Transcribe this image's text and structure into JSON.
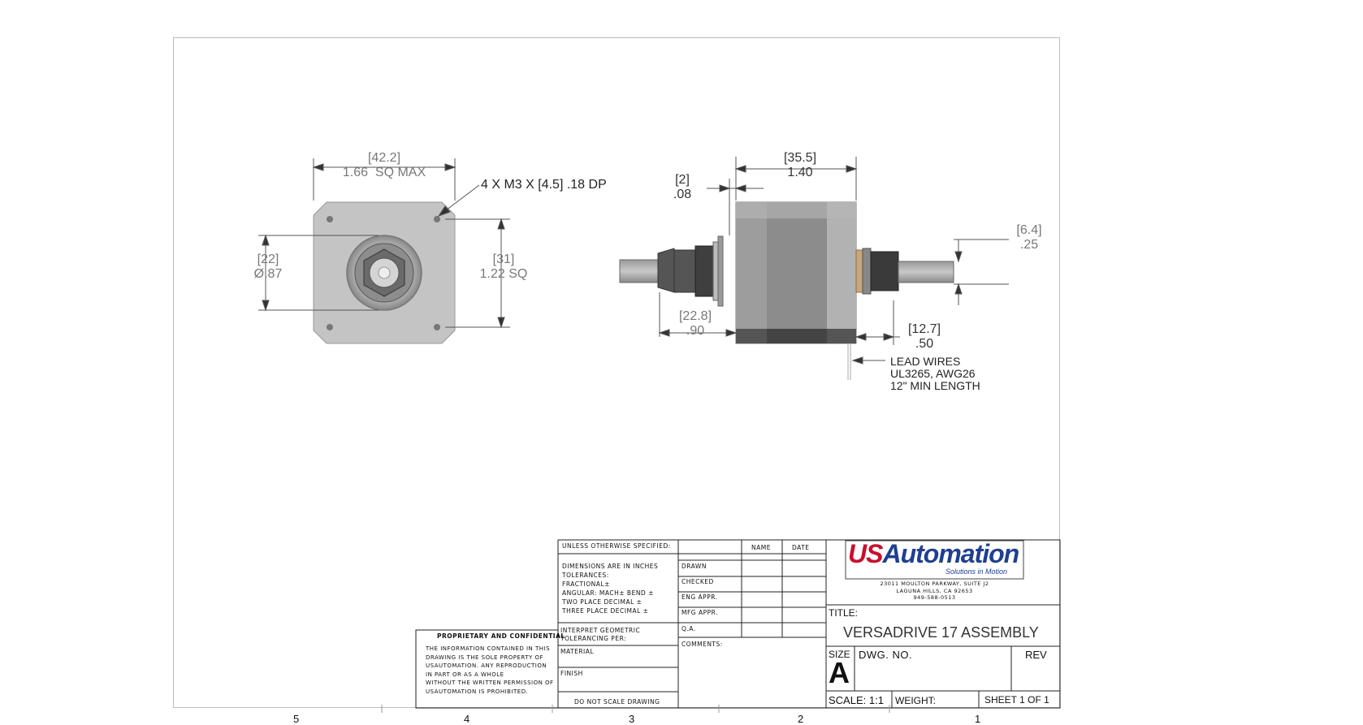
{
  "front_view": {
    "width_mm": "42.2",
    "width_in": "1.66",
    "width_note": "SQ MAX",
    "holes_note": "4 X M3 X [4.5] .18 DP",
    "pilot_mm": "22",
    "pilot_in": "Ø.87",
    "hole_spacing_mm": "31",
    "hole_spacing_in": "1.22 SQ"
  },
  "side_view": {
    "length_mm": "35.5",
    "length_in": "1.40",
    "flange_mm": "2",
    "flange_in": ".08",
    "shaft_dia_mm": "6.4",
    "shaft_dia_in": ".25",
    "front_ext_mm": "22.8",
    "front_ext_in": ".90",
    "rear_ext_mm": "12.7",
    "rear_ext_in": ".50",
    "lead_wires": [
      "LEAD WIRES",
      "UL3265, AWG26",
      "12\" MIN LENGTH"
    ]
  },
  "title_block": {
    "unless": "UNLESS OTHERWISE SPECIFIED:",
    "name_hdr": "NAME",
    "date_hdr": "DATE",
    "tolerance_lines": [
      "DIMENSIONS ARE IN INCHES",
      "TOLERANCES:",
      "FRACTIONAL±",
      "ANGULAR: MACH±    BEND ±",
      "TWO PLACE DECIMAL    ±",
      "THREE PLACE DECIMAL  ±"
    ],
    "drawn": "DRAWN",
    "checked": "CHECKED",
    "eng_appr": "ENG APPR.",
    "mfg_appr": "MFG APPR.",
    "qa": "Q.A.",
    "comments": "COMMENTS:",
    "interpret": [
      "INTERPRET GEOMETRIC",
      "TOLERANCING PER:"
    ],
    "material": "MATERIAL",
    "finish": "FINISH",
    "do_not_scale": "DO NOT SCALE DRAWING",
    "proprietary_title": "PROPRIETARY AND CONFIDENTIAL",
    "proprietary_lines": [
      "THE INFORMATION CONTAINED IN THIS",
      "DRAWING IS THE SOLE PROPERTY OF",
      "USAUTOMATION. ANY REPRODUCTION",
      "IN PART OR AS A WHOLE",
      "WITHOUT THE WRITTEN PERMISSION OF",
      "USAUTOMATION IS PROHIBITED."
    ],
    "logo_us": "US",
    "logo_automation": "Automation",
    "logo_tagline": "Solutions in Motion",
    "address_lines": [
      "23011 MOULTON PARKWAY, SUITE J2",
      "LAGUNA HILLS, CA 92653",
      "949-588-0513"
    ],
    "title_label": "TITLE:",
    "title": "VERSADRIVE 17 ASSEMBLY",
    "size_label": "SIZE",
    "size": "A",
    "dwg_no_label": "DWG. NO.",
    "rev_label": "REV",
    "scale": "SCALE: 1:1",
    "weight": "WEIGHT:",
    "sheet": "SHEET 1 OF 1"
  },
  "zones": [
    "5",
    "4",
    "3",
    "2",
    "1"
  ]
}
